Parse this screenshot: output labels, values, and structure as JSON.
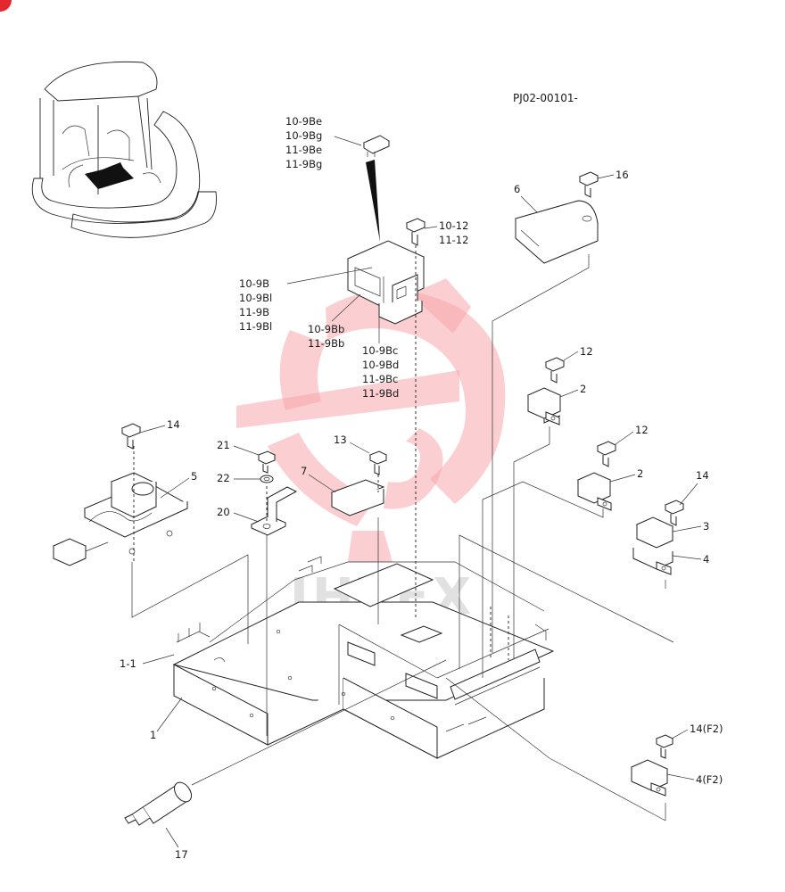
{
  "diagram": {
    "drawing_code": "PJ02-00101-",
    "watermark_text": "IHTEX",
    "callouts": {
      "fuse_codes": [
        "10-9Be",
        "10-9Bg",
        "11-9Be",
        "11-9Bg"
      ],
      "bolt_10_12": [
        "10-12",
        "11-12"
      ],
      "box_codes": [
        "10-9B",
        "10-9Bl",
        "11-9B",
        "11-9Bl"
      ],
      "box_b_codes": [
        "10-9Bb",
        "11-9Bb"
      ],
      "box_c_codes": [
        "10-9Bc",
        "10-9Bd",
        "11-9Bc",
        "11-9Bd"
      ],
      "p16": "16",
      "p6": "6",
      "p12a": "12",
      "p2a": "2",
      "p12b": "12",
      "p2b": "2",
      "p14a": "14",
      "p3": "3",
      "p4": "4",
      "p14b": "14",
      "p5": "5",
      "p21": "21",
      "p22": "22",
      "p20": "20",
      "p13": "13",
      "p7": "7",
      "p1_1": "1-1",
      "p1": "1",
      "p14f2": "14(F2)",
      "p4f2": "4(F2)",
      "p17": "17"
    }
  }
}
